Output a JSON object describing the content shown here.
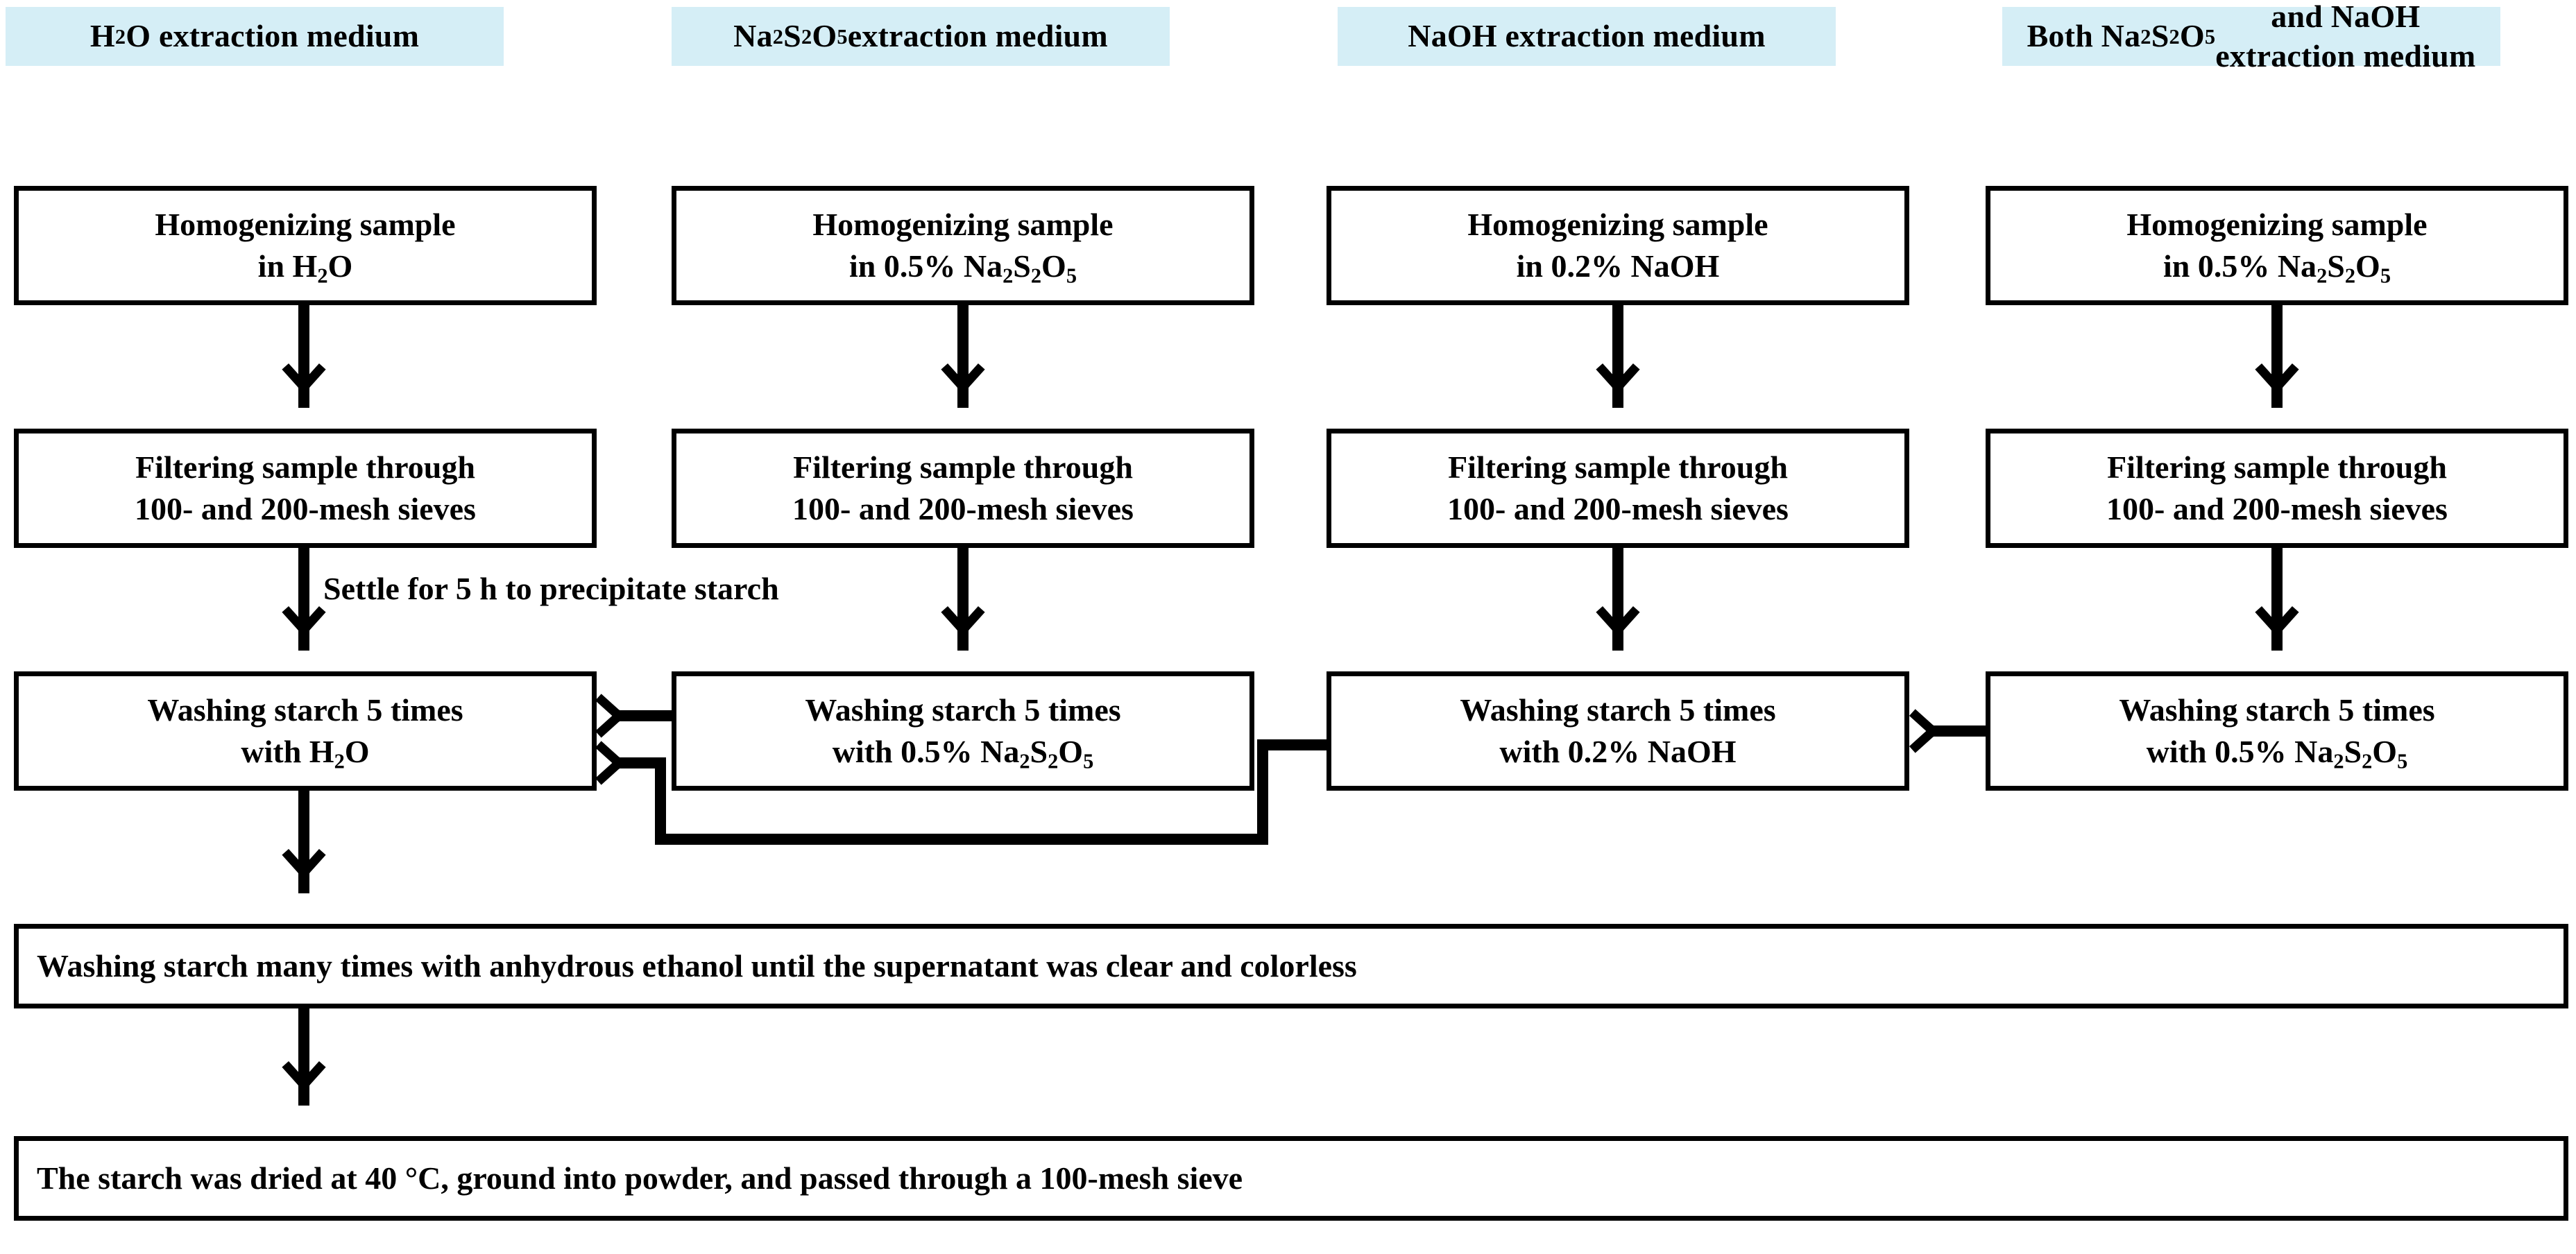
{
  "diagram": {
    "title": "Starch extraction protocol flowchart",
    "colors": {
      "header_fill": "#d5eef6",
      "box_stroke": "#000000",
      "box_fill": "#ffffff",
      "text": "#000000",
      "page_background": "#ffffff"
    },
    "headers": [
      {
        "id": "h2o",
        "label": "H₂O extraction medium"
      },
      {
        "id": "na2s2o5",
        "label": "Na₂S₂O₅ extraction medium"
      },
      {
        "id": "naoh",
        "label": "NaOH extraction medium"
      },
      {
        "id": "both",
        "label": "Both Na₂S₂O₅ and NaOH\nextraction medium"
      }
    ],
    "row_homogenize": [
      {
        "id": "hom-h2o",
        "line1": "Homogenizing sample",
        "line2": "in H₂O"
      },
      {
        "id": "hom-na2s2o5",
        "line1": "Homogenizing sample",
        "line2": "in 0.5% Na₂S₂O₅"
      },
      {
        "id": "hom-naoh",
        "line1": "Homogenizing sample",
        "line2": "in 0.2% NaOH"
      },
      {
        "id": "hom-both",
        "line1": "Homogenizing sample",
        "line2": "in 0.5% Na₂S₂O₅"
      }
    ],
    "row_filter": [
      {
        "id": "filt-h2o",
        "line1": "Filtering sample through",
        "line2": "100- and 200-mesh sieves"
      },
      {
        "id": "filt-na2s2o5",
        "line1": "Filtering sample through",
        "line2": "100- and 200-mesh sieves"
      },
      {
        "id": "filt-naoh",
        "line1": "Filtering sample through",
        "line2": "100- and 200-mesh sieves"
      },
      {
        "id": "filt-both",
        "line1": "Filtering sample through",
        "line2": "100- and 200-mesh sieves"
      }
    ],
    "row_wash": [
      {
        "id": "wash-h2o",
        "line1": "Washing starch 5 times",
        "line2": "with H₂O"
      },
      {
        "id": "wash-na2s2o5",
        "line1": "Washing starch 5 times",
        "line2": "with 0.5% Na₂S₂O₅"
      },
      {
        "id": "wash-naoh",
        "line1": "Washing starch 5 times",
        "line2": "with 0.2% NaOH"
      },
      {
        "id": "wash-both",
        "line1": "Washing starch 5 times",
        "line2": "with 0.5% Na₂S₂O₅"
      }
    ],
    "edge_label": "Settle for 5 h to precipitate starch",
    "final_steps": [
      {
        "id": "ethanol-wash",
        "label": "Washing starch many times with anhydrous ethanol until the supernatant was clear and colorless"
      },
      {
        "id": "dry-grind",
        "label": "The starch was dried at 40 °C, ground into powder, and passed through a 100-mesh sieve"
      }
    ]
  }
}
